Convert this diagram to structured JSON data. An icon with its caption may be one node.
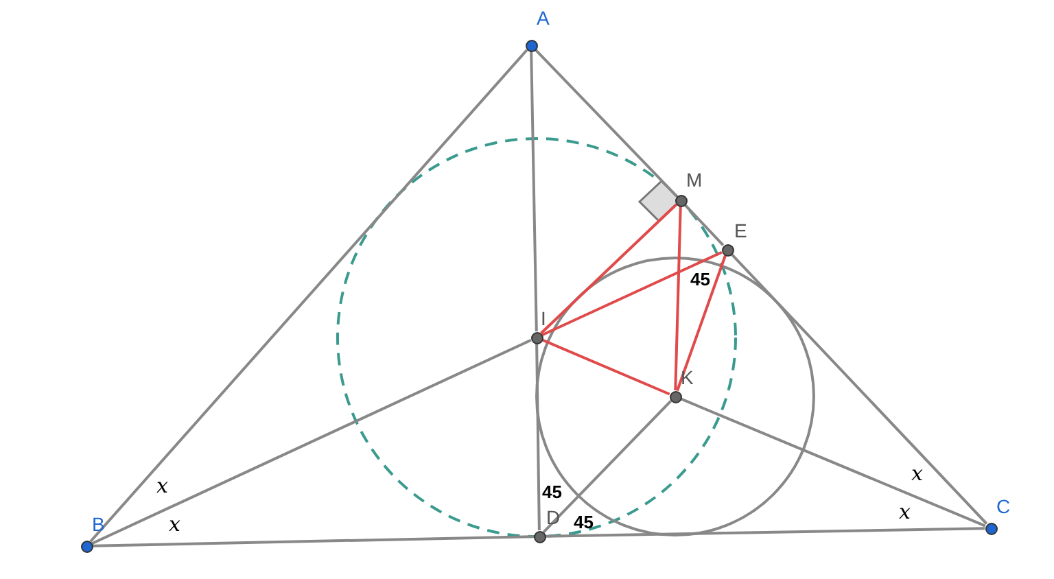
{
  "diagram": {
    "nodes": [
      {
        "text": [
          "A"
        ]
      },
      {
        "text": [
          "B"
        ]
      },
      {
        "text": [
          "C"
        ]
      },
      {
        "text": [
          "D"
        ]
      },
      {
        "text": [
          "E"
        ]
      },
      {
        "text": [
          "I"
        ]
      },
      {
        "text": [
          "K"
        ]
      },
      {
        "text": [
          "M"
        ]
      }
    ],
    "edges": [
      {
        "from": 0,
        "to": 1,
        "arrow": "none"
      },
      {
        "from": 0,
        "to": 7,
        "arrow": "none"
      },
      {
        "from": 7,
        "to": 4,
        "arrow": "none"
      },
      {
        "from": 4,
        "to": 2,
        "arrow": "none"
      },
      {
        "from": 1,
        "to": 3,
        "arrow": "none"
      },
      {
        "from": 3,
        "to": 2,
        "arrow": "none"
      },
      {
        "from": 0,
        "to": 5,
        "arrow": "none"
      },
      {
        "from": 5,
        "to": 3,
        "arrow": "none"
      },
      {
        "from": 1,
        "to": 5,
        "arrow": "none"
      },
      {
        "from": 2,
        "to": 6,
        "arrow": "none"
      },
      {
        "from": 6,
        "to": 3,
        "arrow": "none"
      },
      {
        "from": 5,
        "to": 7,
        "arrow": "none",
        "color": "#e04a4a"
      },
      {
        "from": 5,
        "to": 4,
        "arrow": "none",
        "color": "#e04a4a"
      },
      {
        "from": 5,
        "to": 6,
        "arrow": "none",
        "color": "#e04a4a"
      },
      {
        "from": 7,
        "to": 6,
        "arrow": "none",
        "color": "#e04a4a"
      },
      {
        "from": 4,
        "to": 6,
        "arrow": "none",
        "color": "#e04a4a"
      }
    ],
    "labels": [
      "x",
      "x",
      "x",
      "x",
      "45",
      "45",
      "45"
    ]
  }
}
